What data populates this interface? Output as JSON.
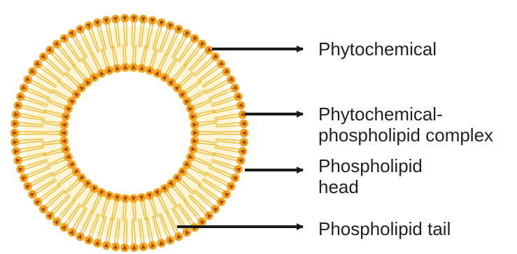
{
  "colors": {
    "head_outer": "#f3a31d",
    "head_inner": "#a2461c",
    "tail": "#f2be3c",
    "core_fill": "#fdf5d8",
    "arrow": "#1a1a1a",
    "text": "#222222"
  },
  "labels": [
    {
      "id": "phytochemical",
      "lines": [
        "Phytochemical"
      ]
    },
    {
      "id": "complex",
      "lines": [
        "Phytochemical-",
        "phospholipid complex"
      ]
    },
    {
      "id": "head",
      "lines": [
        "Phospholipid",
        "head"
      ]
    },
    {
      "id": "tail",
      "lines": [
        "Phospholipid tail"
      ]
    }
  ]
}
